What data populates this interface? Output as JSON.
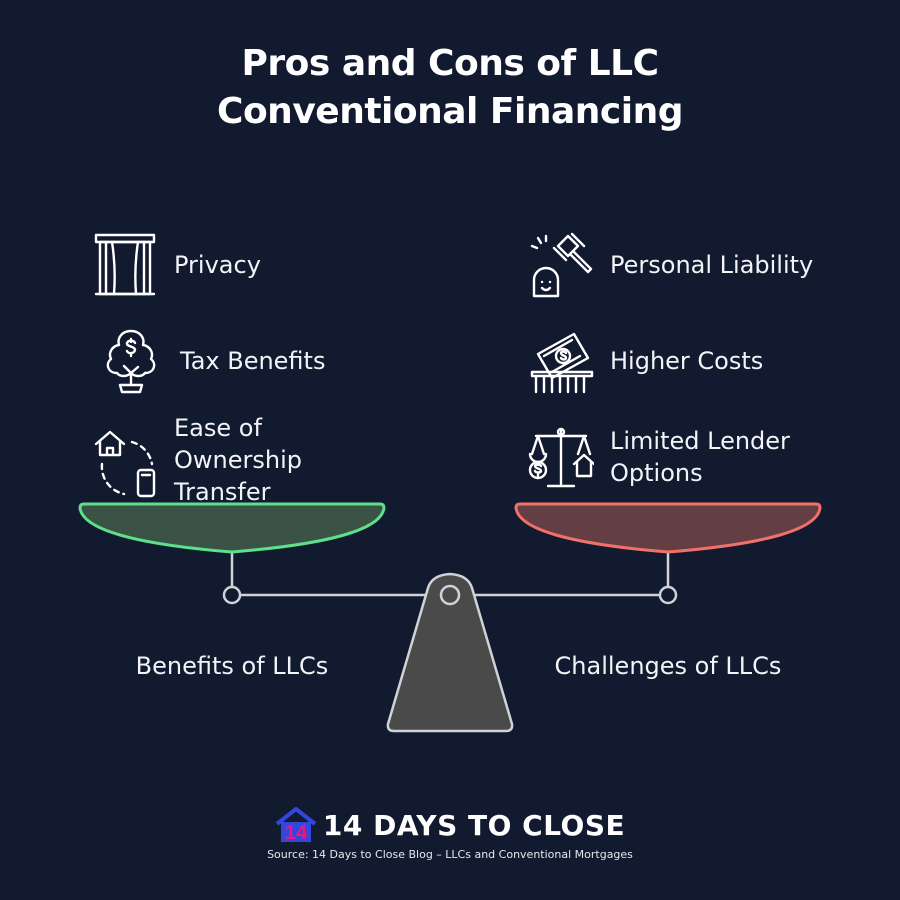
{
  "title": {
    "line1": "Pros and Cons of LLC",
    "line2": "Conventional Financing"
  },
  "pros": [
    {
      "icon": "curtains-icon",
      "label": "Privacy"
    },
    {
      "icon": "money-tree-icon",
      "label": "Tax Benefits"
    },
    {
      "icon": "house-transfer-icon",
      "label_lines": [
        "Ease of",
        "Ownership",
        "Transfer"
      ]
    }
  ],
  "cons": [
    {
      "icon": "gavel-icon",
      "label": "Personal Liability"
    },
    {
      "icon": "cash-hand-icon",
      "label": "Higher Costs"
    },
    {
      "icon": "scale-money-house-icon",
      "label_lines": [
        "Limited Lender",
        "Options"
      ]
    }
  ],
  "left_side_label": "Benefits of LLCs",
  "right_side_label": "Challenges of LLCs",
  "colors": {
    "background": "#121a2f",
    "benefit_pan_fill": "#3a5346",
    "benefit_pan_stroke": "#5ee08a",
    "challenge_pan_fill": "#633e42",
    "challenge_pan_stroke": "#f2706a",
    "fulcrum": "#4a4a4a",
    "brand_accent": "#e6197b",
    "brand_blue": "#3346e0"
  },
  "footer": {
    "brand": "14 DAYS TO CLOSE",
    "logo_text": "14",
    "source": "Source: 14 Days to Close Blog – LLCs and Conventional Mortgages"
  }
}
